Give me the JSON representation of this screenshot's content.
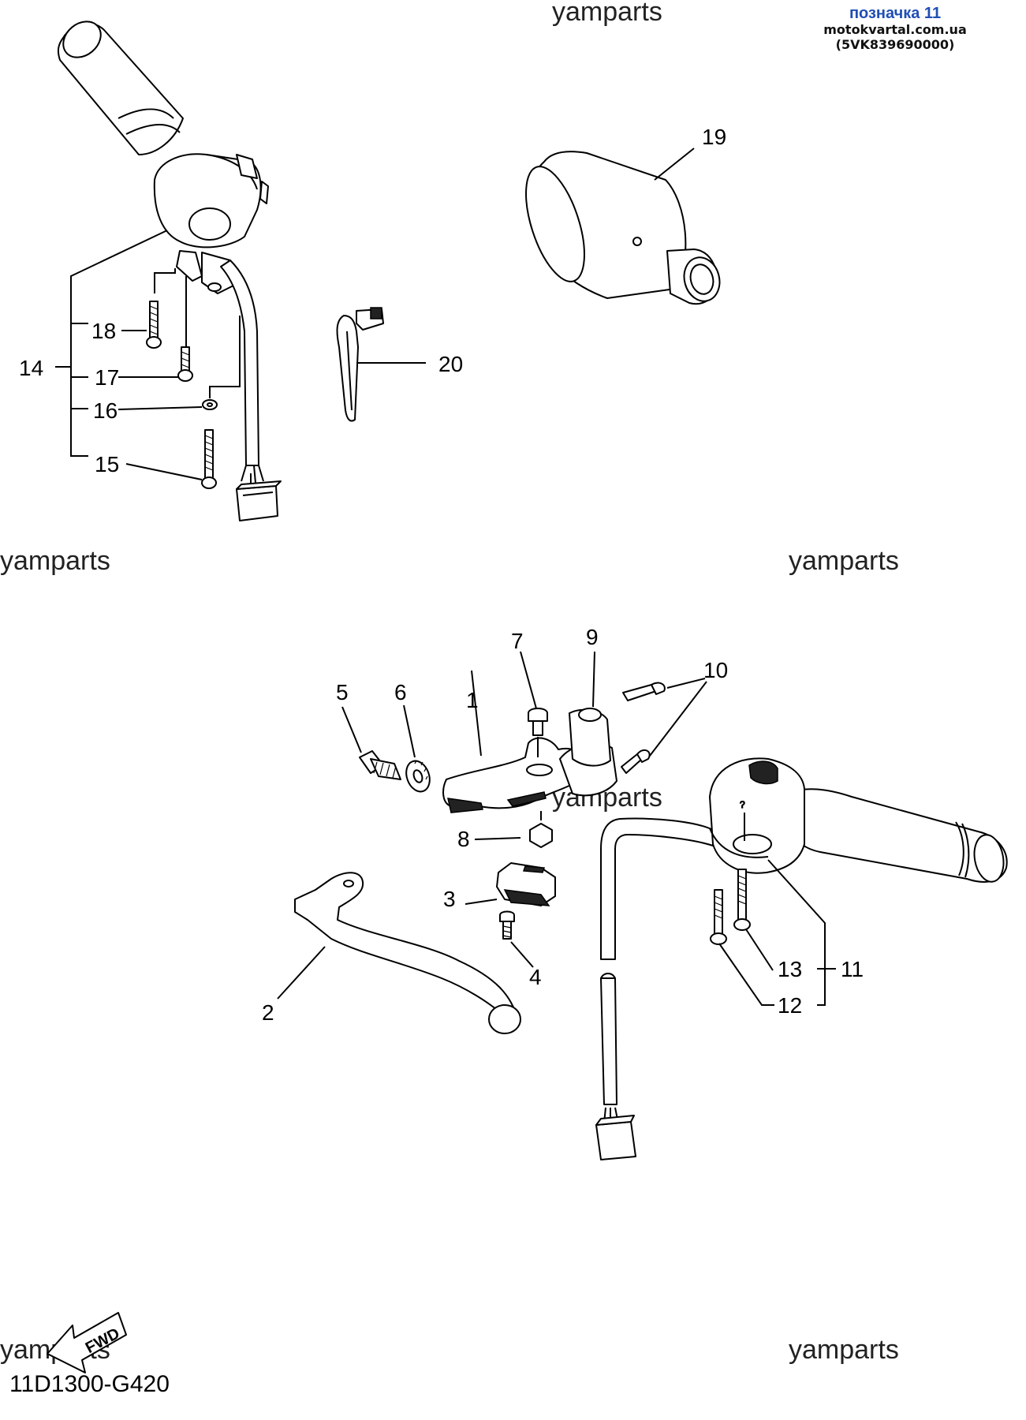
{
  "header": {
    "badge": "позначка 11",
    "source": "motokvartal.com.ua (5VK839690000)"
  },
  "watermark": "yamparts",
  "callouts": [
    "1",
    "2",
    "3",
    "4",
    "5",
    "6",
    "7",
    "8",
    "9",
    "10",
    "11",
    "12",
    "13",
    "14",
    "15",
    "16",
    "17",
    "18",
    "19",
    "20"
  ],
  "fwd_label": "FWD",
  "drawing_code": "11D1300-G420"
}
